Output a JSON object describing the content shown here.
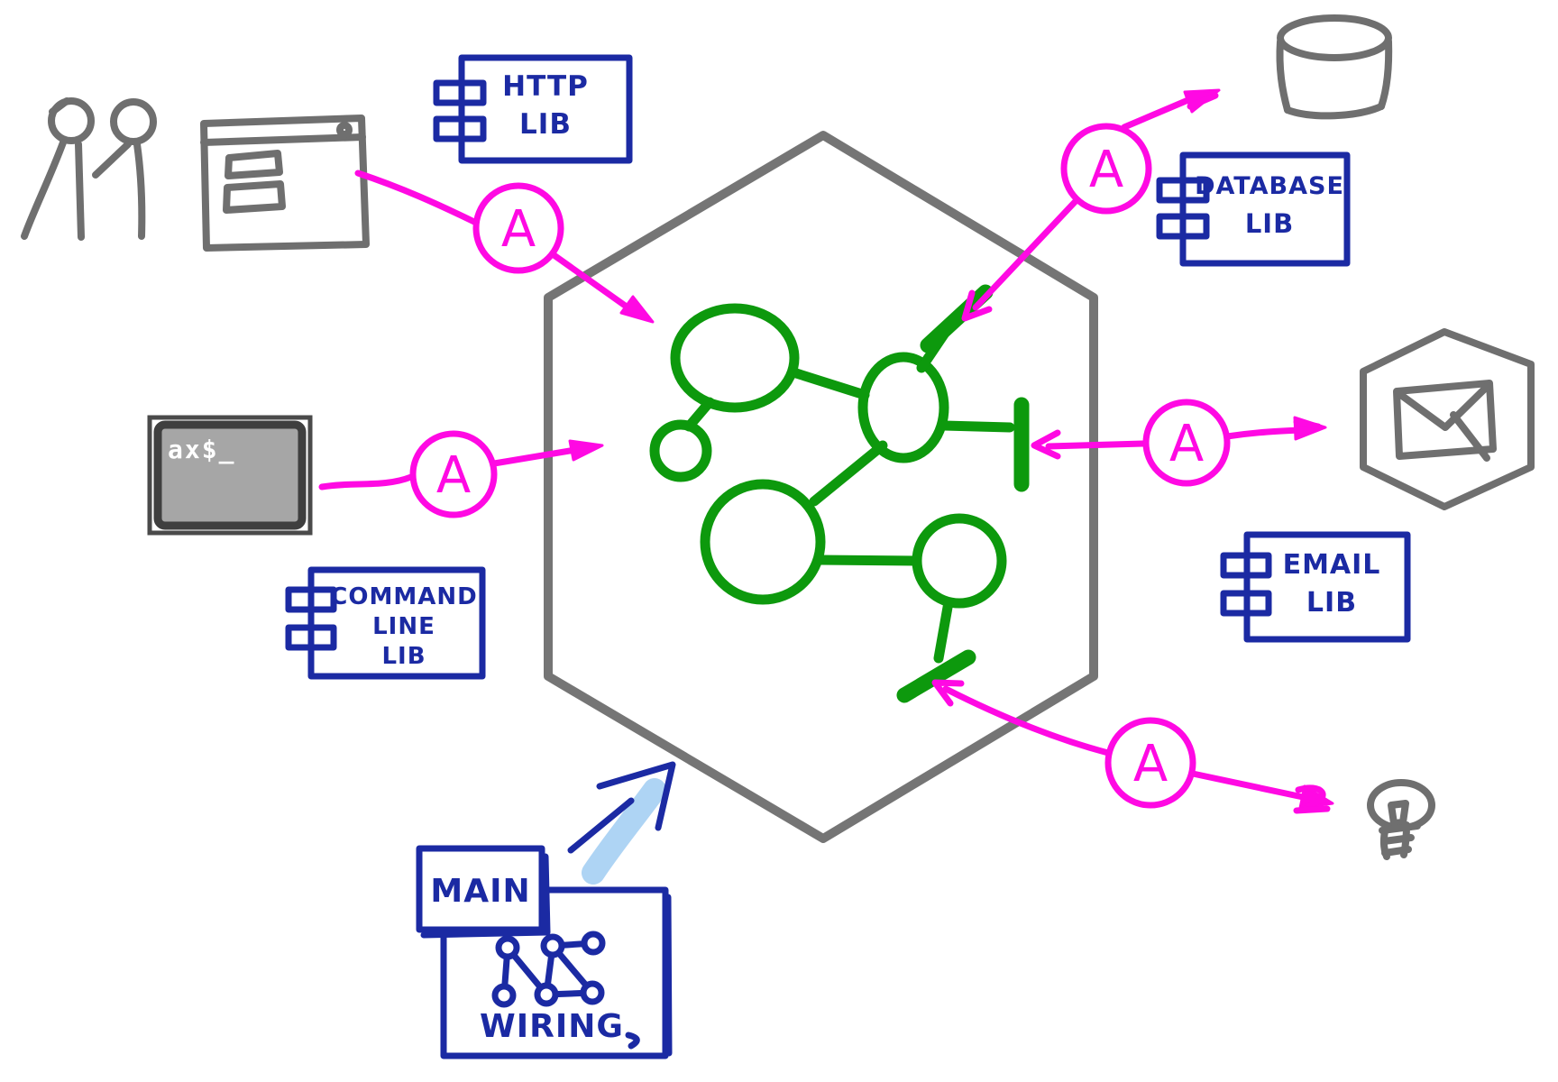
{
  "diagram_type": "hexagonal-architecture-sketch",
  "colors": {
    "sketch_gray": "#6f6f6f",
    "hexagon_gray": "#757575",
    "domain_green": "#0d990d",
    "adapter_magenta": "#ff09e3",
    "component_blue": "#1b2aa3",
    "arrow_highlight_blue": "#aed4f4",
    "terminal_screen_gray": "#a6a6a6",
    "terminal_text_white": "#ffffff"
  },
  "components": {
    "http": {
      "lines": [
        "HTTP",
        "LIB"
      ]
    },
    "database": {
      "lines": [
        "DATABASE",
        "LIB"
      ]
    },
    "command_line": {
      "lines": [
        "COMMAND",
        "LINE",
        "LIB"
      ]
    },
    "email": {
      "lines": [
        "EMAIL",
        "LIB"
      ]
    }
  },
  "adapters": [
    {
      "id": "web-adapter",
      "label": "A"
    },
    {
      "id": "cli-adapter",
      "label": "A"
    },
    {
      "id": "database-adapter",
      "label": "A"
    },
    {
      "id": "email-adapter",
      "label": "A"
    },
    {
      "id": "notification-adapter",
      "label": "A"
    }
  ],
  "terminal": {
    "screen_text": "ax$_"
  },
  "main_wiring": {
    "main_label": "MAIN",
    "wiring_label": "WIRING"
  }
}
